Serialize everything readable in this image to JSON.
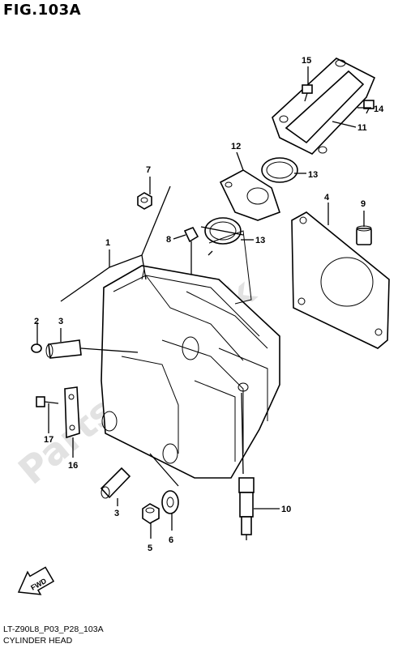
{
  "figure": {
    "title": "FIG.103A",
    "code": "LT-Z90L8_P03_P28_103A",
    "caption": "CYLINDER HEAD",
    "watermark": "PartsRepublik",
    "fwd_label": "FWD"
  },
  "callouts": [
    "1",
    "2",
    "3",
    "3",
    "4",
    "5",
    "6",
    "7",
    "8",
    "9",
    "10",
    "11",
    "12",
    "13",
    "13",
    "14",
    "15",
    "16",
    "17"
  ]
}
